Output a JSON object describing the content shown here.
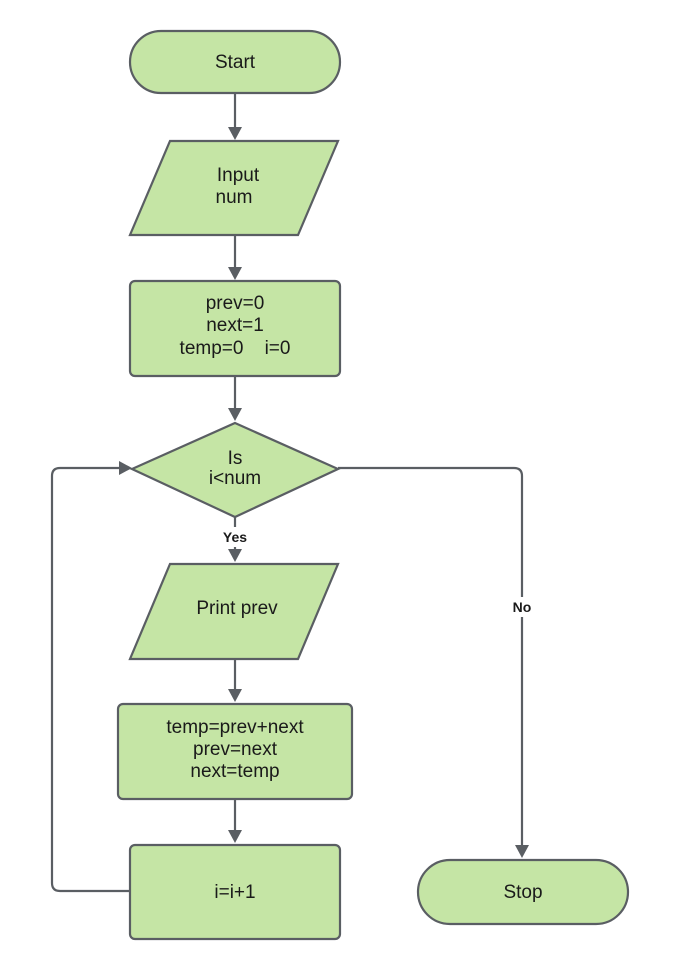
{
  "nodes": {
    "start": {
      "label": "Start"
    },
    "input": {
      "line1": "Input",
      "line2": "num"
    },
    "init": {
      "line1": "prev=0",
      "line2": "next=1",
      "line3": "temp=0    i=0"
    },
    "decision": {
      "line1": "Is",
      "line2": "i<num"
    },
    "print": {
      "label": "Print prev"
    },
    "update": {
      "line1": "temp=prev+next",
      "line2": "prev=next",
      "line3": "next=temp"
    },
    "increment": {
      "label": "i=i+1"
    },
    "stop": {
      "label": "Stop"
    }
  },
  "edges": {
    "yes_label": "Yes",
    "no_label": "No"
  },
  "colors": {
    "node_fill": "#c5e5a5",
    "stroke": "#5a5e63",
    "text": "#1a1a1a"
  }
}
